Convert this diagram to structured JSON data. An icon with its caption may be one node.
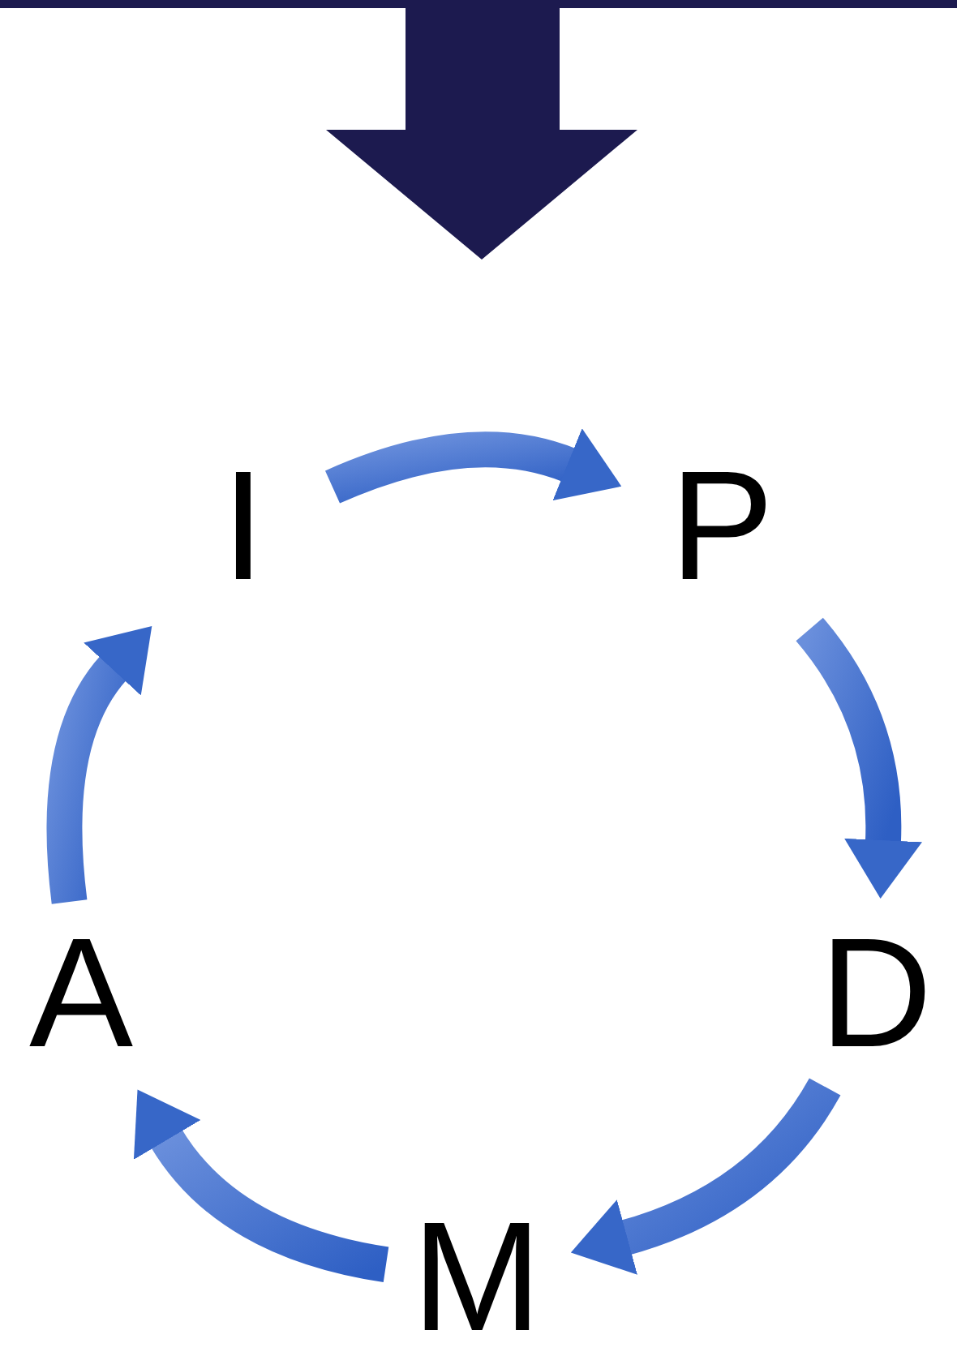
{
  "diagram": {
    "nodes": [
      {
        "text": [
          "I"
        ]
      },
      {
        "text": [
          "P"
        ]
      },
      {
        "text": [
          "D"
        ]
      },
      {
        "text": [
          "M"
        ]
      },
      {
        "text": [
          "A"
        ]
      }
    ],
    "edges": [
      {
        "from": 0,
        "to": 1,
        "arrow": "to"
      },
      {
        "from": 1,
        "to": 2,
        "arrow": "to"
      },
      {
        "from": 2,
        "to": 3,
        "arrow": "to"
      },
      {
        "from": 3,
        "to": 4,
        "arrow": "to"
      },
      {
        "from": 4,
        "to": 0,
        "arrow": "to"
      }
    ]
  }
}
